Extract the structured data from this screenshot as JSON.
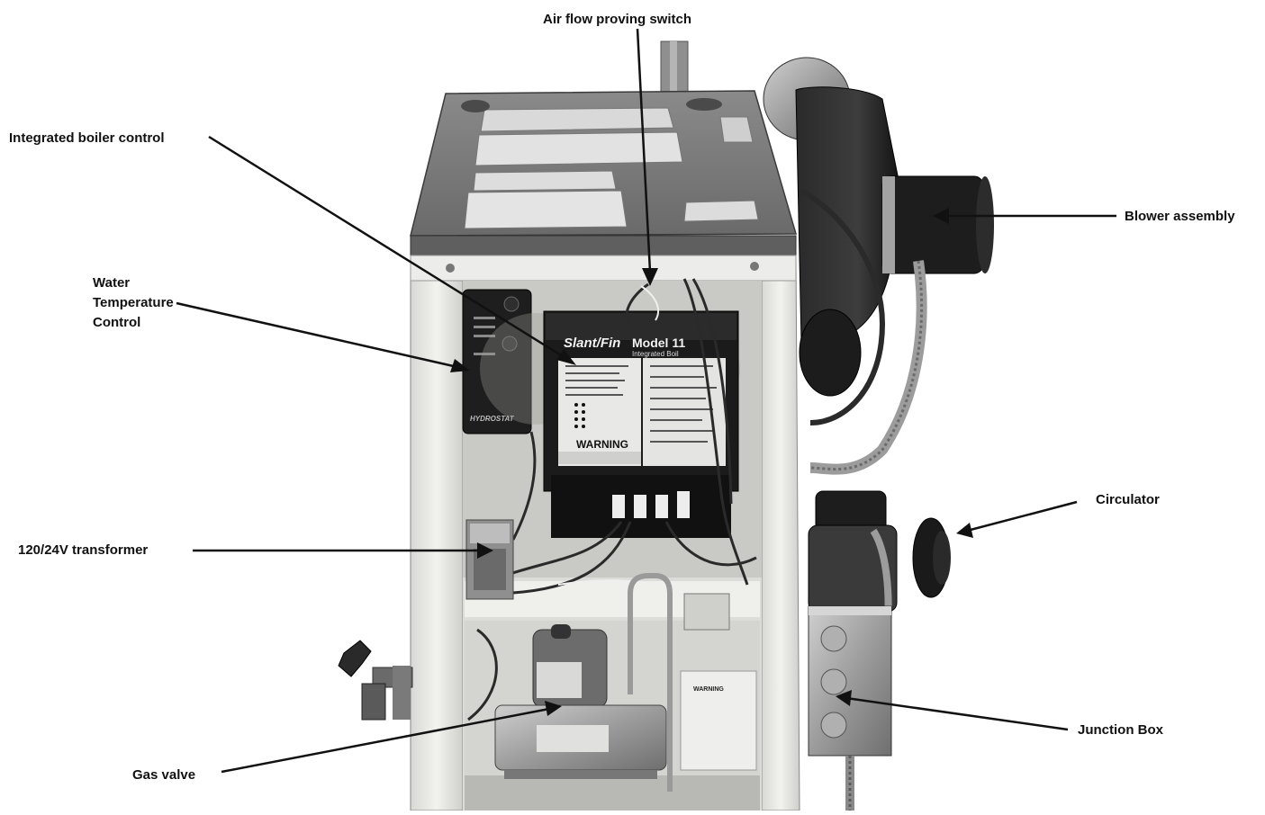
{
  "labels": {
    "air_flow": "Air flow proving switch",
    "boiler_control": "Integrated boiler control",
    "water_temp_1": "Water",
    "water_temp_2": "Temperature",
    "water_temp_3": "Control",
    "blower": "Blower assembly",
    "circulator": "Circulator",
    "transformer": "120/24V transformer",
    "junction": "Junction Box",
    "gas_valve": "Gas valve"
  },
  "panel": {
    "brand": "Slant/Fin",
    "model": "Model 11",
    "subtitle": "Integrated Boil",
    "warning": "WARNING",
    "mini_warning": "WARNING",
    "hydrostat": "HYDROSTAT"
  },
  "colors": {
    "leader": "#111111",
    "cabinet": "#e8e8e4",
    "top_cover": "#7a7a7a",
    "dark": "#1e1e1e"
  }
}
